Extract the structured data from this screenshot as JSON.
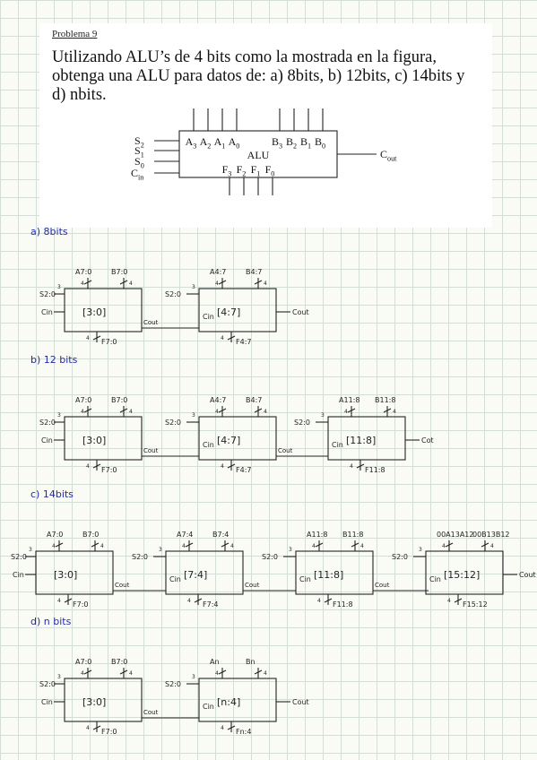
{
  "problem": {
    "title": "Problema 9",
    "statement": "Utilizando ALU’s de 4 bits como la mostrada en la figura, obtenga una ALU para datos de: a) 8bits, b) 12bits, c) 14bits y d) nbits."
  },
  "alu_figure": {
    "selects": [
      "S",
      "S",
      "S"
    ],
    "select_subs": [
      "2",
      "1",
      "0"
    ],
    "cin": "C",
    "cin_sub": "in",
    "a_inputs": [
      "A",
      "A",
      "A",
      "A"
    ],
    "a_subs": [
      "3",
      "2",
      "1",
      "0"
    ],
    "b_inputs": [
      "B",
      "B",
      "B",
      "B"
    ],
    "b_subs": [
      "3",
      "2",
      "1",
      "0"
    ],
    "name": "ALU",
    "f_outputs": [
      "F",
      "F",
      "F",
      "F"
    ],
    "f_subs": [
      "3",
      "2",
      "1",
      "0"
    ],
    "cout": "C",
    "cout_sub": "out"
  },
  "sections": [
    {
      "label": "a) 8bits",
      "stages": [
        {
          "a": "A7:0",
          "b": "B7:0",
          "box": "[3:0]",
          "f": "F7:0"
        },
        {
          "a": "A4:7",
          "b": "B4:7",
          "box": "[4:7]",
          "f": "F4:7"
        }
      ]
    },
    {
      "label": "b) 12 bits",
      "stages": [
        {
          "a": "A7:0",
          "b": "B7:0",
          "box": "[3:0]",
          "f": "F7:0"
        },
        {
          "a": "A4:7",
          "b": "B4:7",
          "box": "[4:7]",
          "f": "F4:7"
        },
        {
          "a": "A11:8",
          "b": "B11:8",
          "box": "[11:8]",
          "f": "F11:8"
        }
      ],
      "final_cout": "Cot"
    },
    {
      "label": "c) 14bits",
      "stages": [
        {
          "a": "A7:0",
          "b": "B7:0",
          "box": "[3:0]",
          "f": "F7:0"
        },
        {
          "a": "A7:4",
          "b": "B7:4",
          "box": "[7:4]",
          "f": "F7:4"
        },
        {
          "a": "A11:8",
          "b": "B11:8",
          "box": "[11:8]",
          "f": "F11:8"
        },
        {
          "a": "00A13A12",
          "b": "00B13B12",
          "box": "[15:12]",
          "f": "F15:12"
        }
      ],
      "final_cout": "Cout"
    },
    {
      "label": "d) n bits",
      "stages": [
        {
          "a": "A7:0",
          "b": "B7:0",
          "box": "[3:0]",
          "f": "F7:0"
        },
        {
          "a": "An",
          "b": "Bn",
          "box": "[n:4]",
          "f": "Fn:4"
        }
      ]
    }
  ],
  "common": {
    "s_in": "S2:0",
    "cin": "Cin",
    "cout": "Cout",
    "bus3": "3",
    "bus4": "4"
  }
}
